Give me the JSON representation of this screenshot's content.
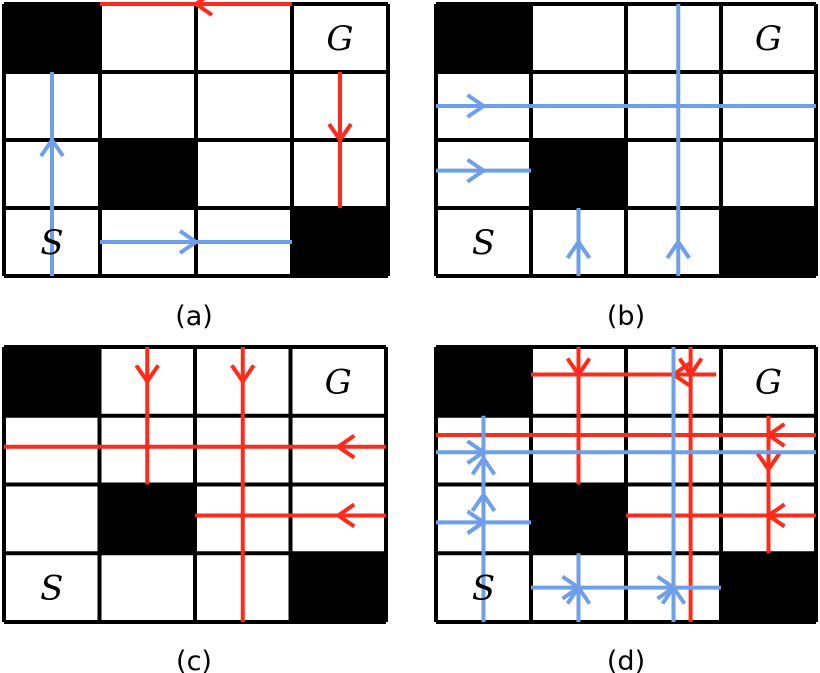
{
  "colors": {
    "grid": "#000000",
    "wall": "#000000",
    "red_path": "#ff2a1a",
    "blue_path": "#6f9fe8",
    "background": "#ffffff"
  },
  "panels": [
    {
      "caption": "(a)",
      "labels": [
        {
          "text": "G",
          "row": 0,
          "col": 3
        },
        {
          "text": "S",
          "row": 3,
          "col": 0
        }
      ],
      "walls": [
        [
          0,
          0
        ],
        [
          2,
          1
        ],
        [
          3,
          3
        ]
      ],
      "paths": [
        {
          "color": "red",
          "points": [
            [
              3,
              0
            ],
            [
              1,
              0
            ]
          ],
          "arrows": [
            2
          ]
        },
        {
          "color": "red",
          "points": [
            [
              3.5,
              1
            ],
            [
              3.5,
              3
            ]
          ],
          "arrows": [
            2
          ]
        },
        {
          "color": "blue",
          "points": [
            [
              0.5,
              4
            ],
            [
              0.5,
              1
            ]
          ],
          "arrows": [
            2
          ]
        },
        {
          "color": "blue",
          "points": [
            [
              1,
              3.5
            ],
            [
              3,
              3.5
            ]
          ],
          "arrows": [
            2
          ]
        }
      ]
    },
    {
      "caption": "(b)",
      "labels": [
        {
          "text": "G",
          "row": 0,
          "col": 3
        },
        {
          "text": "S",
          "row": 3,
          "col": 0
        }
      ],
      "walls": [
        [
          0,
          0
        ],
        [
          2,
          1
        ],
        [
          3,
          3
        ]
      ],
      "paths": [
        {
          "color": "blue",
          "points": [
            [
              0,
              1.5
            ],
            [
              4,
              1.5
            ]
          ],
          "arrows": [
            0.5
          ]
        },
        {
          "color": "blue",
          "points": [
            [
              0,
              2.45
            ],
            [
              1,
              2.45
            ]
          ],
          "arrows": [
            0.5
          ]
        },
        {
          "color": "blue",
          "points": [
            [
              1.5,
              4
            ],
            [
              1.5,
              3
            ]
          ],
          "arrows": [
            3.5
          ]
        },
        {
          "color": "blue",
          "points": [
            [
              2.55,
              4
            ],
            [
              2.55,
              0
            ]
          ],
          "arrows": [
            3.5
          ]
        }
      ]
    },
    {
      "caption": "(c)",
      "labels": [
        {
          "text": "G",
          "row": 0,
          "col": 3
        },
        {
          "text": "S",
          "row": 3,
          "col": 0
        }
      ],
      "walls": [
        [
          0,
          0
        ],
        [
          2,
          1
        ],
        [
          3,
          3
        ]
      ],
      "paths": [
        {
          "color": "red",
          "points": [
            [
              4,
              1.45
            ],
            [
              0,
              1.45
            ]
          ],
          "arrows": [
            3.5
          ]
        },
        {
          "color": "red",
          "points": [
            [
              4,
              2.45
            ],
            [
              2,
              2.45
            ]
          ],
          "arrows": [
            3.5
          ]
        },
        {
          "color": "red",
          "points": [
            [
              1.5,
              0
            ],
            [
              1.5,
              2
            ]
          ],
          "arrows": [
            0.5
          ]
        },
        {
          "color": "red",
          "points": [
            [
              2.5,
              0
            ],
            [
              2.5,
              4
            ]
          ],
          "arrows": [
            0.5
          ]
        }
      ]
    },
    {
      "caption": "(d)",
      "labels": [
        {
          "text": "G",
          "row": 0,
          "col": 3
        },
        {
          "text": "S",
          "row": 3,
          "col": 0
        }
      ],
      "walls": [
        [
          0,
          0
        ],
        [
          2,
          1
        ],
        [
          3,
          3
        ]
      ],
      "paths": [
        {
          "color": "red",
          "points": [
            [
              2.95,
              0.4
            ],
            [
              1,
              0.4
            ]
          ],
          "arrows": [
            2.5
          ]
        },
        {
          "color": "red",
          "points": [
            [
              1.5,
              0
            ],
            [
              1.5,
              2
            ]
          ],
          "arrows": [
            0.4
          ]
        },
        {
          "color": "red",
          "points": [
            [
              2.68,
              0
            ],
            [
              2.68,
              4
            ]
          ],
          "arrows": [
            0.4
          ]
        },
        {
          "color": "red",
          "points": [
            [
              4,
              1.28
            ],
            [
              0,
              1.28
            ]
          ],
          "arrows": [
            3.5
          ]
        },
        {
          "color": "red",
          "points": [
            [
              3.5,
              1
            ],
            [
              3.5,
              3
            ]
          ],
          "arrows": [
            1.78
          ]
        },
        {
          "color": "red",
          "points": [
            [
              4,
              2.45
            ],
            [
              2,
              2.45
            ]
          ],
          "arrows": [
            3.5
          ]
        },
        {
          "color": "blue",
          "points": [
            [
              0.5,
              4
            ],
            [
              0.5,
              1
            ]
          ],
          "arrows": [
            1.62,
            2.15
          ]
        },
        {
          "color": "blue",
          "points": [
            [
              0,
              1.53
            ],
            [
              4,
              1.53
            ]
          ],
          "arrows": [
            0.5
          ]
        },
        {
          "color": "blue",
          "points": [
            [
              0,
              2.55
            ],
            [
              1,
              2.55
            ]
          ],
          "arrows": [
            0.5
          ]
        },
        {
          "color": "blue",
          "points": [
            [
              1,
              3.5
            ],
            [
              3,
              3.5
            ]
          ],
          "arrows": [
            1.5,
            2.5
          ]
        },
        {
          "color": "blue",
          "points": [
            [
              2.5,
              4
            ],
            [
              2.5,
              0
            ]
          ],
          "arrows": [
            3.5
          ]
        },
        {
          "color": "blue",
          "points": [
            [
              1.5,
              4
            ],
            [
              1.5,
              3
            ]
          ],
          "arrows": [
            3.5
          ]
        }
      ]
    }
  ]
}
